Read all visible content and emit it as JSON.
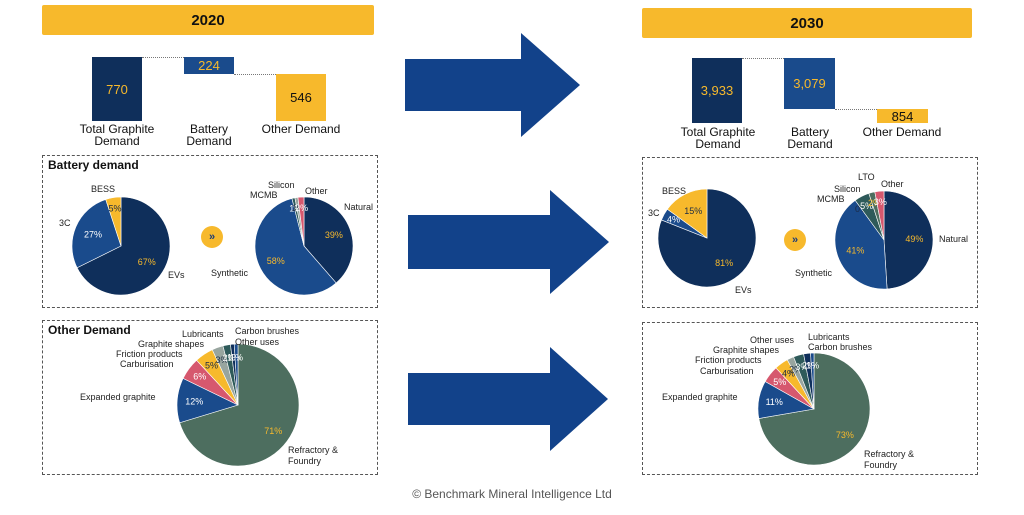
{
  "colors": {
    "navy": "#0f2f5b",
    "blue": "#1a4b8c",
    "yellow": "#f7b92c",
    "pink": "#d6586e",
    "green": "#4d6e5f",
    "grey": "#98a59f",
    "teal": "#2e5a5a",
    "arrow": "#12428a"
  },
  "left": {
    "year": "2020",
    "waterfall": [
      {
        "label": "Total Graphite Demand",
        "value_text": "770",
        "value": 770
      },
      {
        "label": "Battery Demand",
        "value_text": "224",
        "value": 224
      },
      {
        "label": "Other Demand",
        "value_text": "546",
        "value": 546
      }
    ],
    "battery_title": "Battery demand",
    "other_title": "Other Demand"
  },
  "right": {
    "year": "2030",
    "waterfall": [
      {
        "label": "Total Graphite Demand",
        "value_text": "3,933",
        "value": 3933
      },
      {
        "label": "Battery Demand",
        "value_text": "3,079",
        "value": 3079
      },
      {
        "label": "Other Demand",
        "value_text": "854",
        "value": 854
      }
    ]
  },
  "chart_data": [
    {
      "type": "bar",
      "title": "2020",
      "categories": [
        "Total Graphite Demand",
        "Battery Demand",
        "Other Demand"
      ],
      "values": [
        770,
        224,
        546
      ]
    },
    {
      "type": "bar",
      "title": "2030",
      "categories": [
        "Total Graphite Demand",
        "Battery Demand",
        "Other Demand"
      ],
      "values": [
        3933,
        3079,
        854
      ]
    },
    {
      "type": "pie",
      "id": "bat2020",
      "title": "Battery demand",
      "slices": [
        {
          "label": "EVs",
          "value": 67,
          "text": "67%",
          "color": "#0f2f5b"
        },
        {
          "label": "3C",
          "value": 27,
          "text": "27%",
          "color": "#1a4b8c"
        },
        {
          "label": "BESS",
          "value": 5,
          "text": "5%",
          "color": "#f7b92c"
        }
      ]
    },
    {
      "type": "pie",
      "id": "anode2020",
      "slices": [
        {
          "label": "Natural",
          "value": 39,
          "text": "39%",
          "color": "#0f2f5b"
        },
        {
          "label": "Synthetic",
          "value": 58,
          "text": "58%",
          "color": "#1a4b8c"
        },
        {
          "label": "Silicon",
          "value": 1,
          "text": "1%",
          "color": "#2e5a5a"
        },
        {
          "label": "MCMB",
          "value": 1,
          "text": "1%",
          "color": "#98a59f"
        },
        {
          "label": "Other",
          "value": 2,
          "text": "2%",
          "color": "#d6586e"
        }
      ]
    },
    {
      "type": "pie",
      "id": "bat2030",
      "slices": [
        {
          "label": "EVs",
          "value": 81,
          "text": "81%",
          "color": "#0f2f5b"
        },
        {
          "label": "3C",
          "value": 4,
          "text": "4%",
          "color": "#1a4b8c"
        },
        {
          "label": "BESS",
          "value": 15,
          "text": "15%",
          "color": "#f7b92c"
        }
      ]
    },
    {
      "type": "pie",
      "id": "anode2030",
      "slices": [
        {
          "label": "Natural",
          "value": 49,
          "text": "49%",
          "color": "#0f2f5b"
        },
        {
          "label": "Synthetic",
          "value": 41,
          "text": "41%",
          "color": "#1a4b8c"
        },
        {
          "label": "LTO",
          "value": 0,
          "text": "0%",
          "color": "#98a59f"
        },
        {
          "label": "Silicon",
          "value": 5,
          "text": "5%",
          "color": "#2e5a5a"
        },
        {
          "label": "MCMB",
          "value": 2,
          "text": "2%",
          "color": "#4d6e5f"
        },
        {
          "label": "Other",
          "value": 3,
          "text": "3%",
          "color": "#d6586e"
        }
      ]
    },
    {
      "type": "pie",
      "id": "other2020",
      "title": "Other Demand",
      "slices": [
        {
          "label": "Refractory & Foundry",
          "value": 71,
          "text": "71%",
          "color": "#4d6e5f"
        },
        {
          "label": "Expanded graphite",
          "value": 12,
          "text": "12%",
          "color": "#1a4b8c"
        },
        {
          "label": "Carburisation",
          "value": 6,
          "text": "6%",
          "color": "#d6586e"
        },
        {
          "label": "Friction products",
          "value": 5,
          "text": "5%",
          "color": "#f7b92c"
        },
        {
          "label": "Graphite shapes",
          "value": 3,
          "text": "3%",
          "color": "#98a59f"
        },
        {
          "label": "Lubricants",
          "value": 2,
          "text": "2%",
          "color": "#2e5a5a"
        },
        {
          "label": "Carbon brushes",
          "value": 1,
          "text": "1%",
          "color": "#0f2f5b"
        },
        {
          "label": "Other uses",
          "value": 1,
          "text": "1%",
          "color": "#1a4b8c"
        }
      ]
    },
    {
      "type": "pie",
      "id": "other2030",
      "slices": [
        {
          "label": "Refractory & Foundry",
          "value": 73,
          "text": "73%",
          "color": "#4d6e5f"
        },
        {
          "label": "Expanded graphite",
          "value": 11,
          "text": "11%",
          "color": "#1a4b8c"
        },
        {
          "label": "Carburisation",
          "value": 5,
          "text": "5%",
          "color": "#d6586e"
        },
        {
          "label": "Friction products",
          "value": 4,
          "text": "4%",
          "color": "#f7b92c"
        },
        {
          "label": "Graphite shapes",
          "value": 2,
          "text": "2%",
          "color": "#98a59f"
        },
        {
          "label": "Other uses",
          "value": 3,
          "text": "3%",
          "color": "#2e5a5a"
        },
        {
          "label": "Lubricants",
          "value": 2,
          "text": "2%",
          "color": "#0f2f5b"
        },
        {
          "label": "Carbon brushes",
          "value": 1,
          "text": "1%",
          "color": "#1a4b8c"
        }
      ]
    }
  ],
  "labels": {
    "bat2020": {
      "evs": "EVs",
      "c3": "3C",
      "bess": "BESS"
    },
    "anode2020": {
      "natural": "Natural",
      "synthetic": "Synthetic",
      "silicon": "Silicon",
      "mcmb": "MCMB",
      "other": "Other"
    },
    "bat2030": {
      "evs": "EVs",
      "c3": "3C",
      "bess": "BESS"
    },
    "anode2030": {
      "natural": "Natural",
      "synthetic": "Synthetic",
      "lto": "LTO",
      "silicon": "Silicon",
      "mcmb": "MCMB",
      "other": "Other"
    },
    "other2020": {
      "refractory": "Refractory &",
      "foundry": "Foundry",
      "expanded": "Expanded graphite",
      "carburisation": "Carburisation",
      "friction": "Friction products",
      "shapes": "Graphite shapes",
      "lubricants": "Lubricants",
      "brushes": "Carbon brushes",
      "otheruses": "Other uses"
    },
    "other2030": {
      "refractory": "Refractory &",
      "foundry": "Foundry",
      "expanded": "Expanded graphite",
      "carburisation": "Carburisation",
      "friction": "Friction products",
      "shapes": "Graphite shapes",
      "otheruses": "Other uses",
      "lubricants": "Lubricants",
      "brushes": "Carbon brushes"
    }
  },
  "copyright": "© Benchmark Mineral Intelligence Ltd"
}
